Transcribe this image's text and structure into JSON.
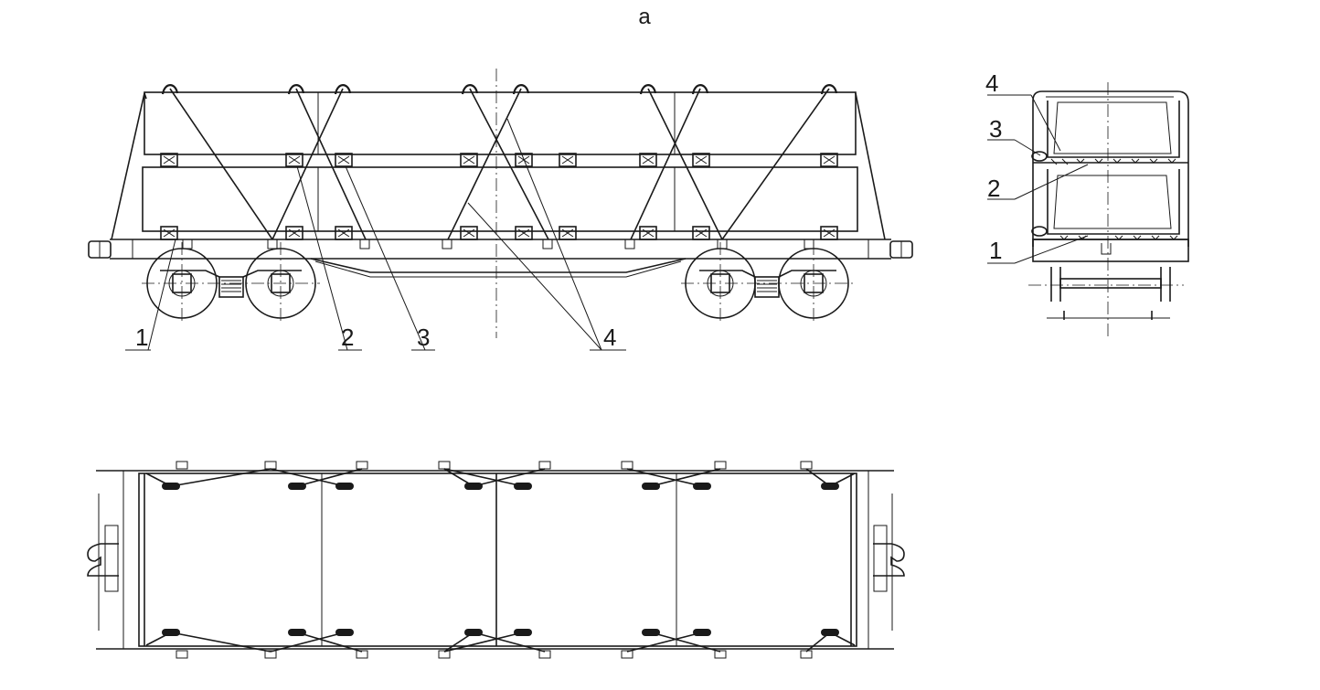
{
  "figure": {
    "title": "a",
    "side_view_labels": [
      "1",
      "2",
      "3",
      "4"
    ],
    "end_view_labels": [
      "4",
      "3",
      "2",
      "1"
    ]
  }
}
